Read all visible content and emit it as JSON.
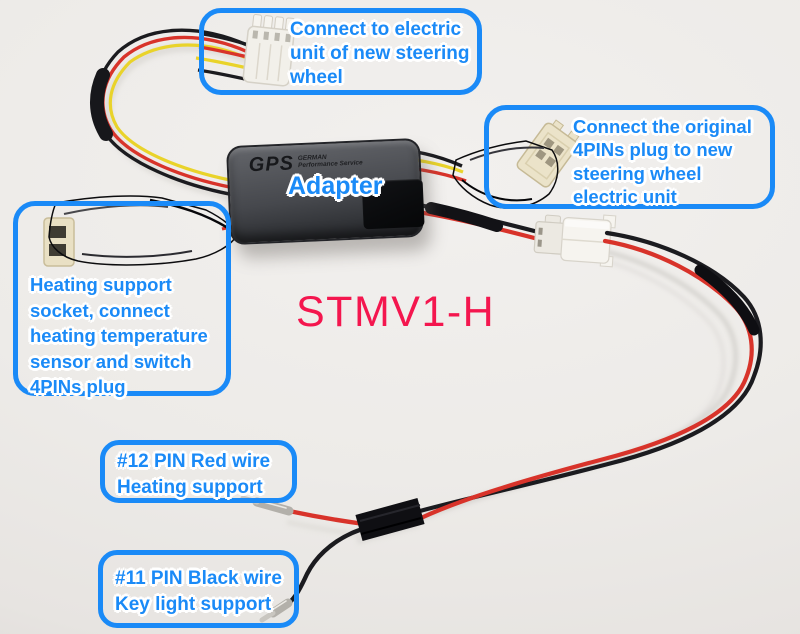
{
  "photo": {
    "model": "STMV1-H",
    "device": {
      "brand": "GPS",
      "brand_sub_top": "GERMAN",
      "brand_sub_bottom": "Performance Service",
      "label": "Adapter"
    },
    "callouts": {
      "top": "Connect to electric unit of new steering wheel",
      "right": "Connect the original 4PINs plug to new steering wheel electric unit",
      "left": "Heating support socket, connect heating temperature sensor and switch 4PINs plug",
      "pin12": "#12 PIN Red wire Heating support",
      "pin11": "#11 PIN Black wire Key light support"
    }
  },
  "colors": {
    "callout_blue": "#1a8af7",
    "title_red": "#f4164e",
    "wire_red": "#d8332a",
    "wire_yellow": "#e9d32a",
    "wire_black": "#1b1b1f"
  }
}
